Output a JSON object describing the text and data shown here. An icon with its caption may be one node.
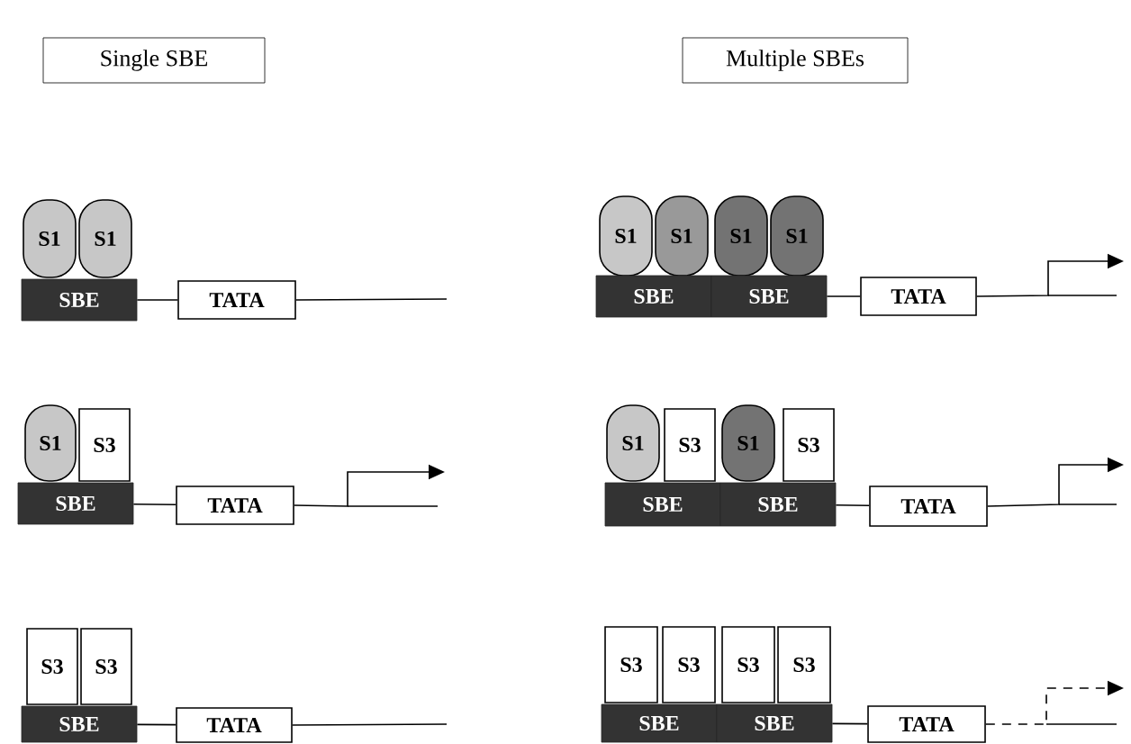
{
  "diagram": {
    "nodes": [
      {
        "text": [
          "Single SBE"
        ]
      },
      {
        "text": [
          "Multiple SBEs"
        ]
      },
      {
        "text": [
          "S1"
        ]
      },
      {
        "text": [
          "S1"
        ]
      },
      {
        "text": [
          "SBE"
        ]
      },
      {
        "text": [
          "TATA"
        ]
      },
      {
        "text": [
          "S1"
        ]
      },
      {
        "text": [
          "S1"
        ]
      },
      {
        "text": [
          "S1"
        ]
      },
      {
        "text": [
          "S1"
        ]
      },
      {
        "text": [
          "SBE"
        ]
      },
      {
        "text": [
          "SBE"
        ]
      },
      {
        "text": [
          "TATA"
        ]
      },
      {
        "text": [
          "S1"
        ]
      },
      {
        "text": [
          "S3"
        ]
      },
      {
        "text": [
          "SBE"
        ]
      },
      {
        "text": [
          "TATA"
        ]
      },
      {
        "text": [
          "S1"
        ]
      },
      {
        "text": [
          "S3"
        ]
      },
      {
        "text": [
          "S1"
        ]
      },
      {
        "text": [
          "S3"
        ]
      },
      {
        "text": [
          "SBE"
        ]
      },
      {
        "text": [
          "SBE"
        ]
      },
      {
        "text": [
          "TATA"
        ]
      },
      {
        "text": [
          "S3"
        ]
      },
      {
        "text": [
          "S3"
        ]
      },
      {
        "text": [
          "SBE"
        ]
      },
      {
        "text": [
          "TATA"
        ]
      },
      {
        "text": [
          "S3"
        ]
      },
      {
        "text": [
          "S3"
        ]
      },
      {
        "text": [
          "S3"
        ]
      },
      {
        "text": [
          "S3"
        ]
      },
      {
        "text": [
          "SBE"
        ]
      },
      {
        "text": [
          "SBE"
        ]
      },
      {
        "text": [
          "TATA"
        ]
      }
    ],
    "edges": [
      {
        "from": 4,
        "to": 5,
        "arrow": "none"
      },
      {
        "from": 5,
        "to": null,
        "arrow": "none"
      },
      {
        "from": 11,
        "to": 12,
        "arrow": "none"
      },
      {
        "from": 12,
        "to": null,
        "arrow": "to"
      },
      {
        "from": 15,
        "to": 16,
        "arrow": "none"
      },
      {
        "from": 16,
        "to": null,
        "arrow": "to"
      },
      {
        "from": 22,
        "to": 23,
        "arrow": "none"
      },
      {
        "from": 23,
        "to": null,
        "arrow": "to"
      },
      {
        "from": 26,
        "to": 27,
        "arrow": "none"
      },
      {
        "from": 27,
        "to": null,
        "arrow": "none"
      },
      {
        "from": 33,
        "to": 34,
        "arrow": "none"
      },
      {
        "from": 34,
        "to": null,
        "arrow": "to",
        "style": "dashed"
      }
    ]
  }
}
